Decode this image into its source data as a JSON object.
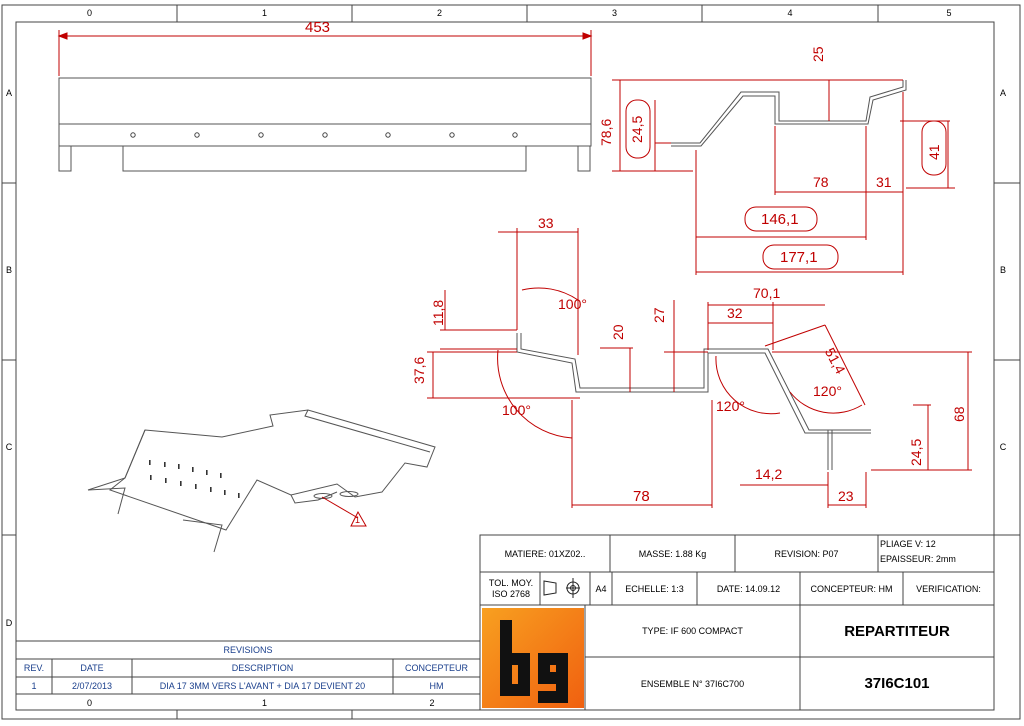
{
  "grid": {
    "cols_top": [
      "0",
      "1",
      "2",
      "3",
      "4",
      "5"
    ],
    "cols_bottom": [
      "0",
      "1",
      "2"
    ],
    "rows": [
      "A",
      "B",
      "C",
      "D"
    ]
  },
  "dims": {
    "d453": "453",
    "d25": "25",
    "d78_6": "78,6",
    "d24_5_top": "24,5",
    "d41": "41",
    "d78_top": "78",
    "d31": "31",
    "d146_1": "146,1",
    "d177_1": "177,1",
    "d33": "33",
    "d100_top": "100°",
    "d11_8": "11,8",
    "d20": "20",
    "d27": "27",
    "d70_1": "70,1",
    "d32": "32",
    "d51_4": "51,4",
    "d37_6": "37,6",
    "d100_bot": "100°",
    "d120_left": "120°",
    "d120_right": "120°",
    "d68": "68",
    "d24_5_bot": "24,5",
    "d14_2": "14,2",
    "d78_bot": "78",
    "d23": "23",
    "iso_label": "1"
  },
  "revisions": {
    "title": "REVISIONS",
    "headers": [
      "REV.",
      "DATE",
      "DESCRIPTION",
      "CONCEPTEUR"
    ],
    "rows": [
      {
        "rev": "1",
        "date": "2/07/2013",
        "description": "DIA 17 3MM VERS L'AVANT + DIA 17 DEVIENT 20",
        "concepteur": "HM"
      }
    ]
  },
  "titleblock": {
    "matiere": "MATIERE: 01XZ02..",
    "masse": "MASSE: 1.88 Kg",
    "revision": "REVISION: P07",
    "pliage": "PLIAGE V: 12",
    "epaisseur": "EPAISSEUR: 2mm",
    "tol1": "TOL. MOY.",
    "tol2": "ISO 2768",
    "format": "A4",
    "echelle": "ECHELLE: 1:3",
    "date": "DATE: 14.09.12",
    "concepteur": "CONCEPTEUR: HM",
    "verification": "VERIFICATION:",
    "type": "TYPE: IF 600 COMPACT",
    "title": "REPARTITEUR",
    "ensemble": "ENSEMBLE N° 37I6C700",
    "part_number": "37I6C101",
    "logo_text": "bg"
  },
  "colors": {
    "dimension": "#c00000",
    "logo_bg": "#f07a10",
    "logo_fg": "#111111"
  }
}
